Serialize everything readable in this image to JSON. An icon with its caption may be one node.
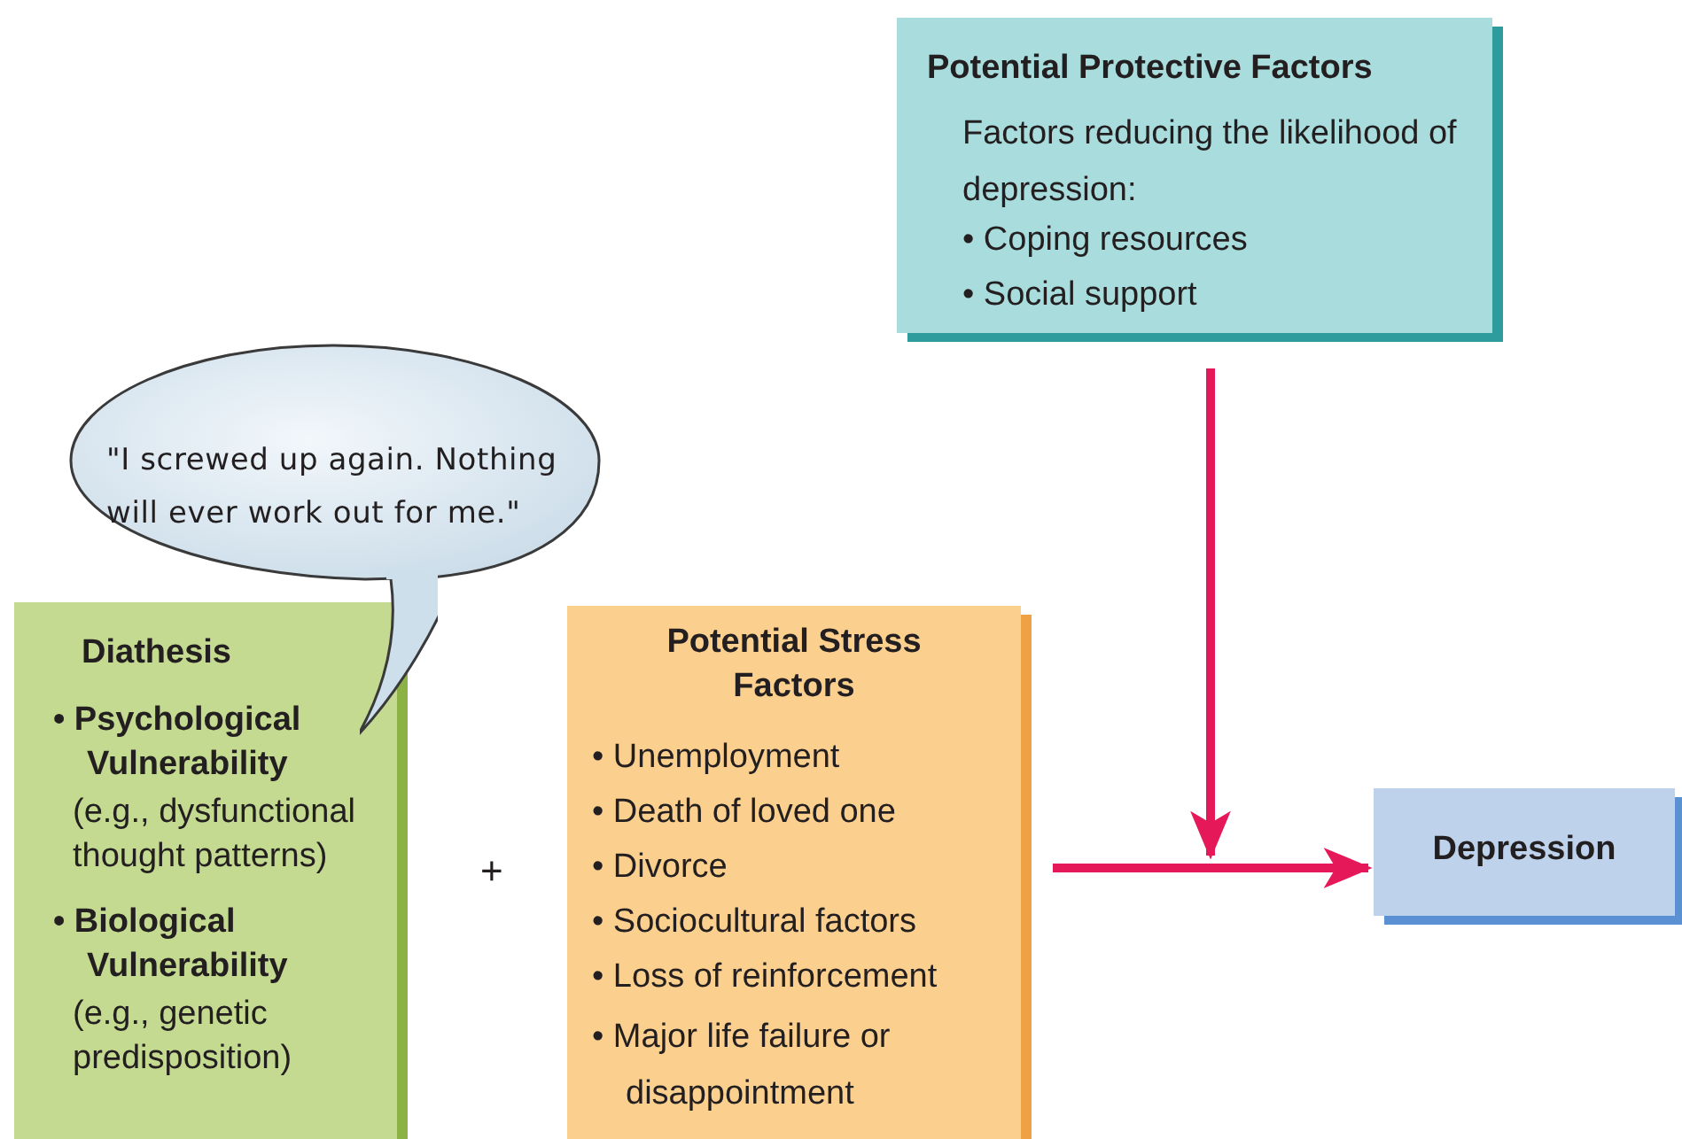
{
  "diagram": {
    "nodes": [
      {
        "text": [
          "Potential Protective Factors",
          "Factors reducing the likelihood of depression:",
          "• Coping resources",
          "• Social support"
        ]
      },
      {
        "text": [
          "\"I screwed up again. Nothing will ever work out for me.\""
        ]
      },
      {
        "text": [
          "Diathesis",
          "• Psychological Vulnerability",
          "(e.g., dysfunctional thought patterns)",
          "• Biological Vulnerability",
          "(e.g., genetic predisposition)"
        ]
      },
      {
        "text": [
          "Potential Stress Factors",
          "• Unemployment",
          "• Death of loved one",
          "• Divorce",
          "• Sociocultural factors",
          "• Loss of reinforcement",
          "• Major life failure or disappointment"
        ]
      },
      {
        "text": [
          "Depression"
        ]
      }
    ],
    "edges": [
      {
        "from": 3,
        "to": 4,
        "arrow": "to"
      },
      {
        "from": 0,
        "to": null,
        "arrow": "to"
      }
    ],
    "labels": [
      "+"
    ]
  }
}
